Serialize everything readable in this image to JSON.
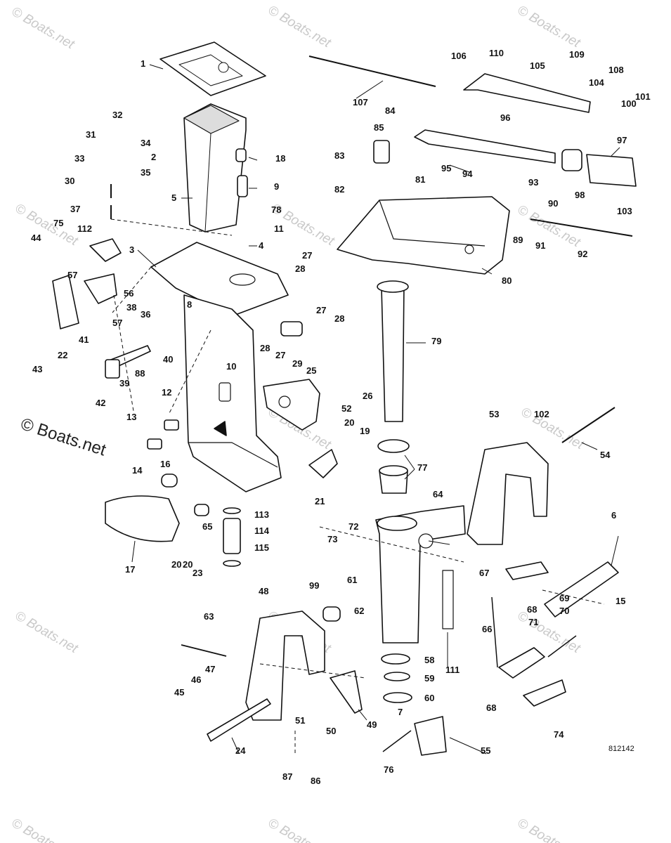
{
  "watermark": {
    "small": "© Boats.net",
    "large": "© Boats.net"
  },
  "drawing_number": "812142",
  "callouts": [
    "1",
    "2",
    "3",
    "4",
    "5",
    "6",
    "7",
    "8",
    "9",
    "10",
    "11",
    "12",
    "13",
    "14",
    "15",
    "16",
    "17",
    "18",
    "19",
    "20",
    "20",
    "20",
    "21",
    "22",
    "23",
    "24",
    "25",
    "26",
    "27",
    "27",
    "27",
    "28",
    "28",
    "28",
    "29",
    "30",
    "31",
    "32",
    "33",
    "34",
    "35",
    "36",
    "37",
    "38",
    "39",
    "40",
    "41",
    "42",
    "43",
    "44",
    "45",
    "46",
    "47",
    "48",
    "49",
    "50",
    "51",
    "52",
    "53",
    "54",
    "55",
    "56",
    "57",
    "57",
    "58",
    "59",
    "60",
    "61",
    "62",
    "63",
    "64",
    "65",
    "66",
    "67",
    "68",
    "68",
    "69",
    "70",
    "71",
    "72",
    "73",
    "74",
    "75",
    "76",
    "77",
    "78",
    "79",
    "80",
    "81",
    "82",
    "83",
    "84",
    "85",
    "86",
    "87",
    "88",
    "89",
    "90",
    "91",
    "92",
    "93",
    "94",
    "95",
    "96",
    "97",
    "98",
    "99",
    "100",
    "101",
    "102",
    "103",
    "104",
    "105",
    "106",
    "107",
    "108",
    "109",
    "110",
    "111",
    "112",
    "113",
    "114",
    "115"
  ]
}
